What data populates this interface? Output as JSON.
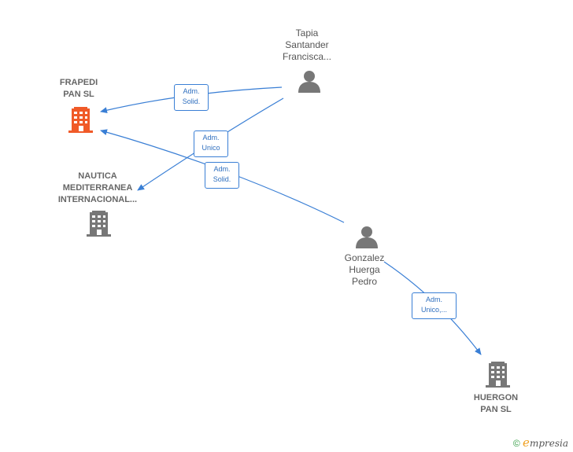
{
  "nodes": {
    "frapedi": {
      "label": "FRAPEDI\nPAN  SL",
      "type": "company",
      "color": "#f05a28"
    },
    "nautica": {
      "label": "NAUTICA\nMEDITERRANEA\nINTERNACIONAL...",
      "type": "company",
      "color": "#777777"
    },
    "huergon": {
      "label": "HUERGON\nPAN  SL",
      "type": "company",
      "color": "#777777"
    },
    "tapia": {
      "label": "Tapia\nSantander\nFrancisca...",
      "type": "person",
      "color": "#777777"
    },
    "gonzalez": {
      "label": "Gonzalez\nHuerga\nPedro",
      "type": "person",
      "color": "#777777"
    }
  },
  "edges": [
    {
      "from": "tapia",
      "to": "frapedi",
      "label": "Adm.\nSolid."
    },
    {
      "from": "tapia",
      "to": "nautica",
      "label": "Adm.\nUnico"
    },
    {
      "from": "gonzalez",
      "to": "frapedi",
      "label": "Adm.\nSolid."
    },
    {
      "from": "gonzalez",
      "to": "huergon",
      "label": "Adm.\nUnico,..."
    }
  ],
  "footer": {
    "copyright": "©",
    "brand_initial": "e",
    "brand_rest": "mpresia"
  },
  "colors": {
    "edge": "#3a7fd5",
    "accent": "#f05a28",
    "icon": "#777777"
  }
}
